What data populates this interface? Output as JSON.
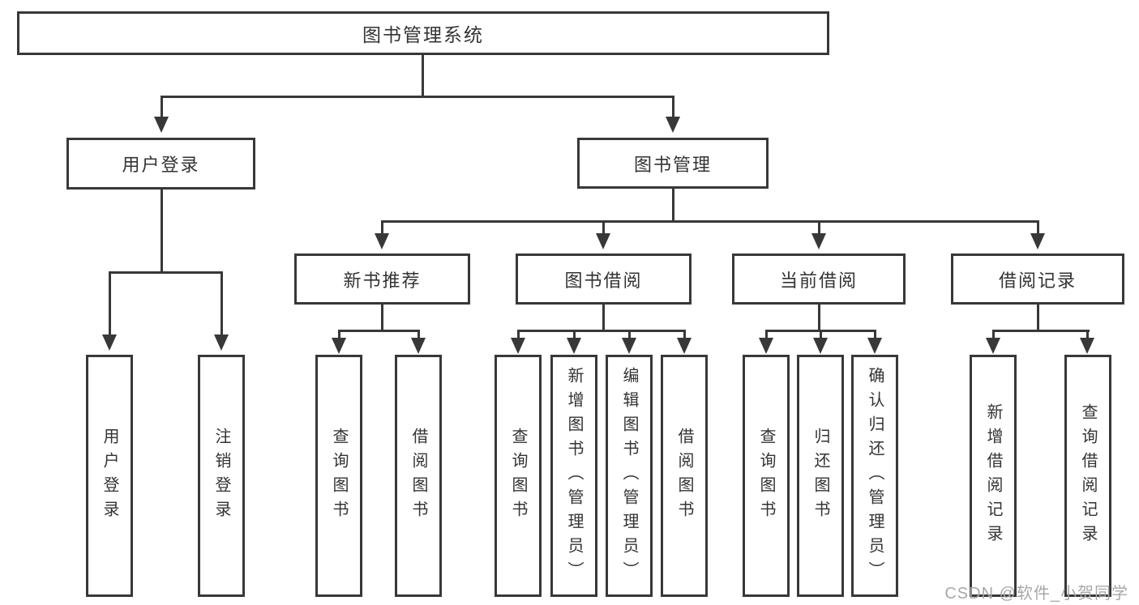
{
  "diagram": {
    "type": "hierarchy-tree",
    "colors": {
      "line": "#383838",
      "text": "#333333",
      "background": "#ffffff",
      "watermark": "#a8a8a8"
    },
    "root": {
      "label": "图书管理系统",
      "children": [
        {
          "label": "用户登录",
          "children": [
            {
              "label": "用户登录"
            },
            {
              "label": "注销登录"
            }
          ]
        },
        {
          "label": "图书管理",
          "children": [
            {
              "label": "新书推荐",
              "children": [
                {
                  "label": "查询图书"
                },
                {
                  "label": "借阅图书"
                }
              ]
            },
            {
              "label": "图书借阅",
              "children": [
                {
                  "label": "查询图书"
                },
                {
                  "label": "新增图书（管理员）"
                },
                {
                  "label": "编辑图书（管理员）"
                },
                {
                  "label": "借阅图书"
                }
              ]
            },
            {
              "label": "当前借阅",
              "children": [
                {
                  "label": "查询图书"
                },
                {
                  "label": "归还图书"
                },
                {
                  "label": "确认归还（管理员）"
                }
              ]
            },
            {
              "label": "借阅记录",
              "children": [
                {
                  "label": "新增借阅记录"
                },
                {
                  "label": "查询借阅记录"
                }
              ]
            }
          ]
        }
      ]
    },
    "watermark": "CSDN @软件_小贺同学"
  }
}
